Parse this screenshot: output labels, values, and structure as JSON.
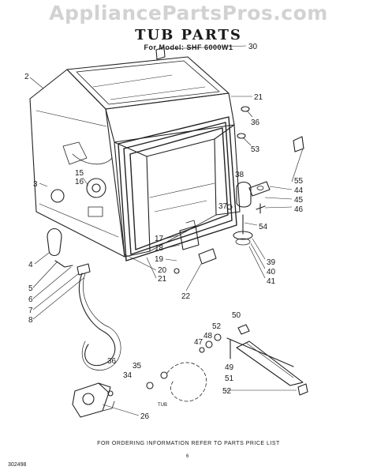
{
  "watermark": "AppliancePartsPros.com",
  "title": "TUB PARTS",
  "subtitle": "For Model: SHF 6000W1",
  "footer_note": "FOR ORDERING INFORMATION REFER TO PARTS PRICE LIST",
  "page_number": "6",
  "drawing_code": "302498",
  "hose_label": "TUB",
  "callouts": {
    "c30": "30",
    "c2": "2",
    "c21a": "21",
    "c36a": "36",
    "c53": "53",
    "c55": "55",
    "c44": "44",
    "c45": "45",
    "c46": "46",
    "c38": "38",
    "c37": "37",
    "c54": "54",
    "c15": "15",
    "c16": "16",
    "c3": "3",
    "c17": "17",
    "c18": "18",
    "c19": "19",
    "c20": "20",
    "c21b": "21",
    "c39": "39",
    "c40": "40",
    "c41": "41",
    "c22": "22",
    "c4": "4",
    "c5": "5",
    "c6": "6",
    "c7": "7",
    "c8": "8",
    "c50": "50",
    "c52a": "52",
    "c48": "48",
    "c47": "47",
    "c49": "49",
    "c51": "51",
    "c52b": "52",
    "c36b": "36",
    "c35": "35",
    "c34": "34",
    "c26": "26"
  }
}
